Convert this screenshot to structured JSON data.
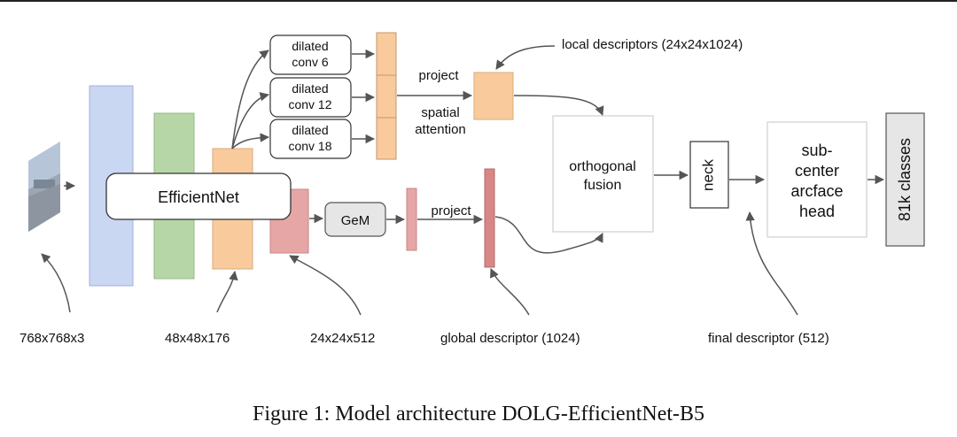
{
  "figure": {
    "caption": "Figure 1: Model architecture DOLG-EfficientNet-B5",
    "colors": {
      "blue": "#c9d7f3",
      "green": "#b7d6a8",
      "orange": "#f9cb9c",
      "red": "#e6a6a6",
      "dark_red": "#d88686",
      "gray": "#e6e6e6",
      "box_border": "#cccccc",
      "arrow": "#555555"
    },
    "labels": {
      "dilated_conv_6": [
        "dilated",
        "conv 6"
      ],
      "dilated_conv_12": [
        "dilated",
        "conv 12"
      ],
      "dilated_conv_18": [
        "dilated",
        "conv 18"
      ],
      "efficientnet": "EfficientNet",
      "gem": "GeM",
      "project_top": "project",
      "spatial_attention": [
        "spatial",
        "attention"
      ],
      "project_bottom": "project",
      "orthogonal_fusion": [
        "orthogonal",
        "fusion"
      ],
      "neck": "neck",
      "subcenter_arcface_head": [
        "sub-",
        "center",
        "arcface",
        "head"
      ],
      "classes": "81k classes",
      "local_descriptors": "local descriptors (24x24x1024)",
      "input_size": "768x768x3",
      "feature_48": "48x48x176",
      "feature_24": "24x24x512",
      "global_descriptor": "global descriptor (1024)",
      "final_descriptor": "final descriptor (512)"
    }
  }
}
